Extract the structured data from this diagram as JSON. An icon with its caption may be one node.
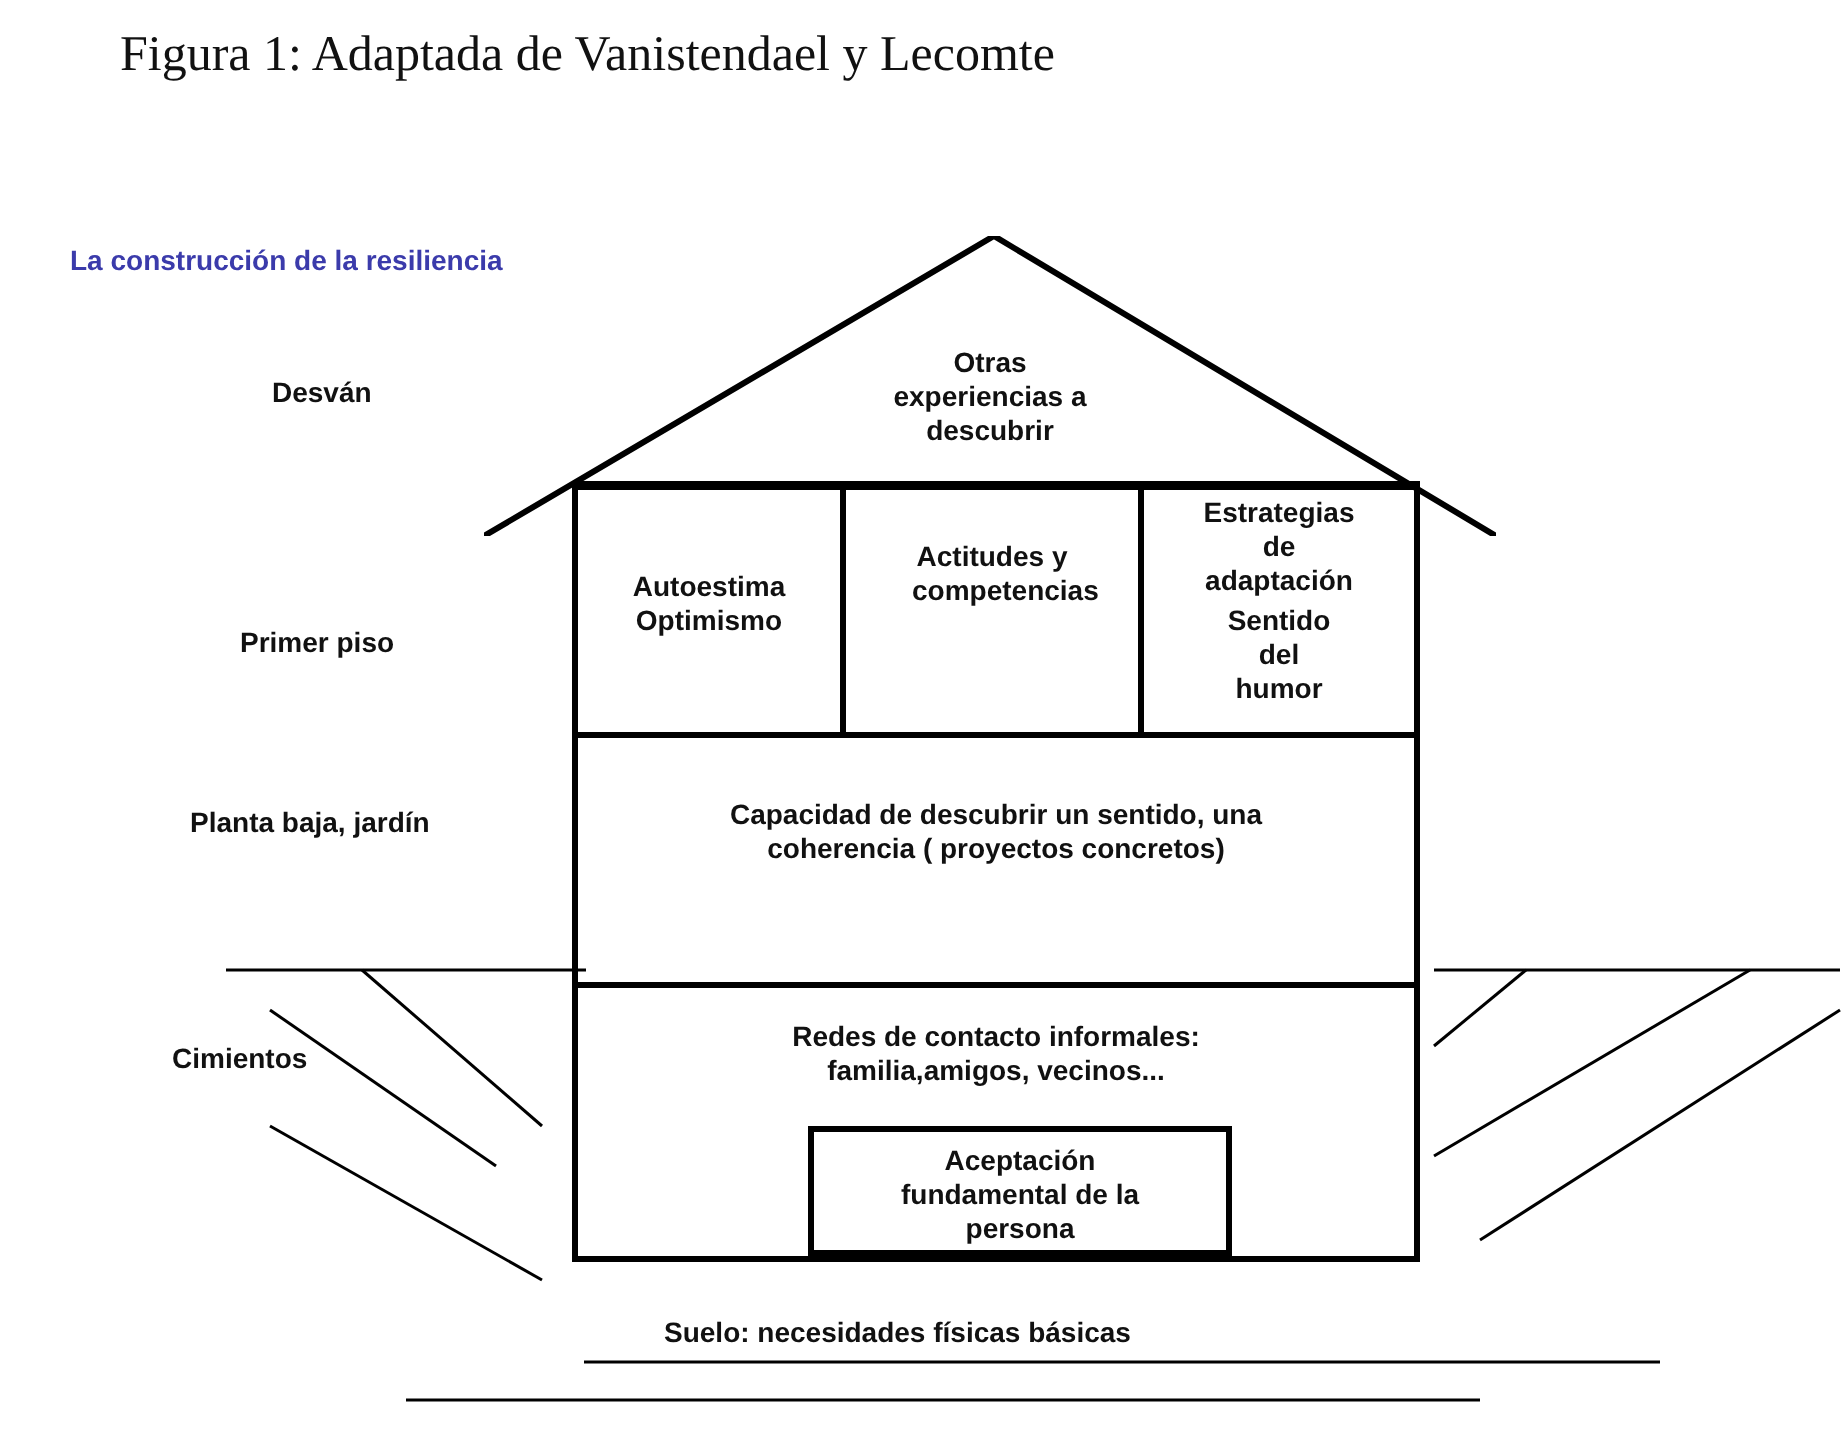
{
  "diagram": {
    "title": "Figura 1: Adaptada de Vanistendael y Lecomte",
    "nodes": [
      {
        "text": [
          "Otras experiencias a descubrir"
        ]
      },
      {
        "text": [
          "Autoestima Optimismo"
        ]
      },
      {
        "text": [
          "Actitudes y competencias"
        ]
      },
      {
        "text": [
          "Estrategias de adaptación",
          "Sentido del humor"
        ]
      },
      {
        "text": [
          "Capacidad de descubrir un sentido, una coherencia ( proyectos concretos)"
        ]
      },
      {
        "text": [
          "Redes de contacto informales: familia,amigos, vecinos..."
        ]
      },
      {
        "text": [
          "Aceptación fundamental de la persona"
        ],
        "in": 5
      }
    ],
    "labels": [
      "La construcción de la resiliencia",
      "Desván",
      "Primer piso",
      "Planta baja, jardín",
      "Cimientos",
      "Suelo: necesidades físicas básicas"
    ]
  }
}
